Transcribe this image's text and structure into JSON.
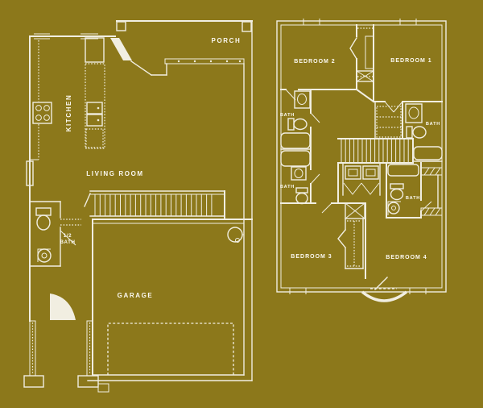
{
  "palette": {
    "background": "#8C781B",
    "line": "#F1EEE1",
    "text": "#FBF9F1"
  },
  "floor_plan": {
    "first_floor": {
      "porch_label": "PORCH",
      "kitchen_label": "KITCHEN",
      "living_room_label": "LIVING ROOM",
      "half_bath_label_line1": "1/2",
      "half_bath_label_line2": "BATH",
      "garage_label": "GARAGE"
    },
    "second_floor": {
      "bedroom_1_label": "BEDROOM 1",
      "bedroom_2_label": "BEDROOM 2",
      "bedroom_3_label": "BEDROOM 3",
      "bedroom_4_label": "BEDROOM 4",
      "bath_bedroom2_label": "BATH",
      "bath_bedroom1_label": "BATH",
      "bath_lower_left_label": "BATH",
      "bath_shared_label": "BATH"
    }
  }
}
